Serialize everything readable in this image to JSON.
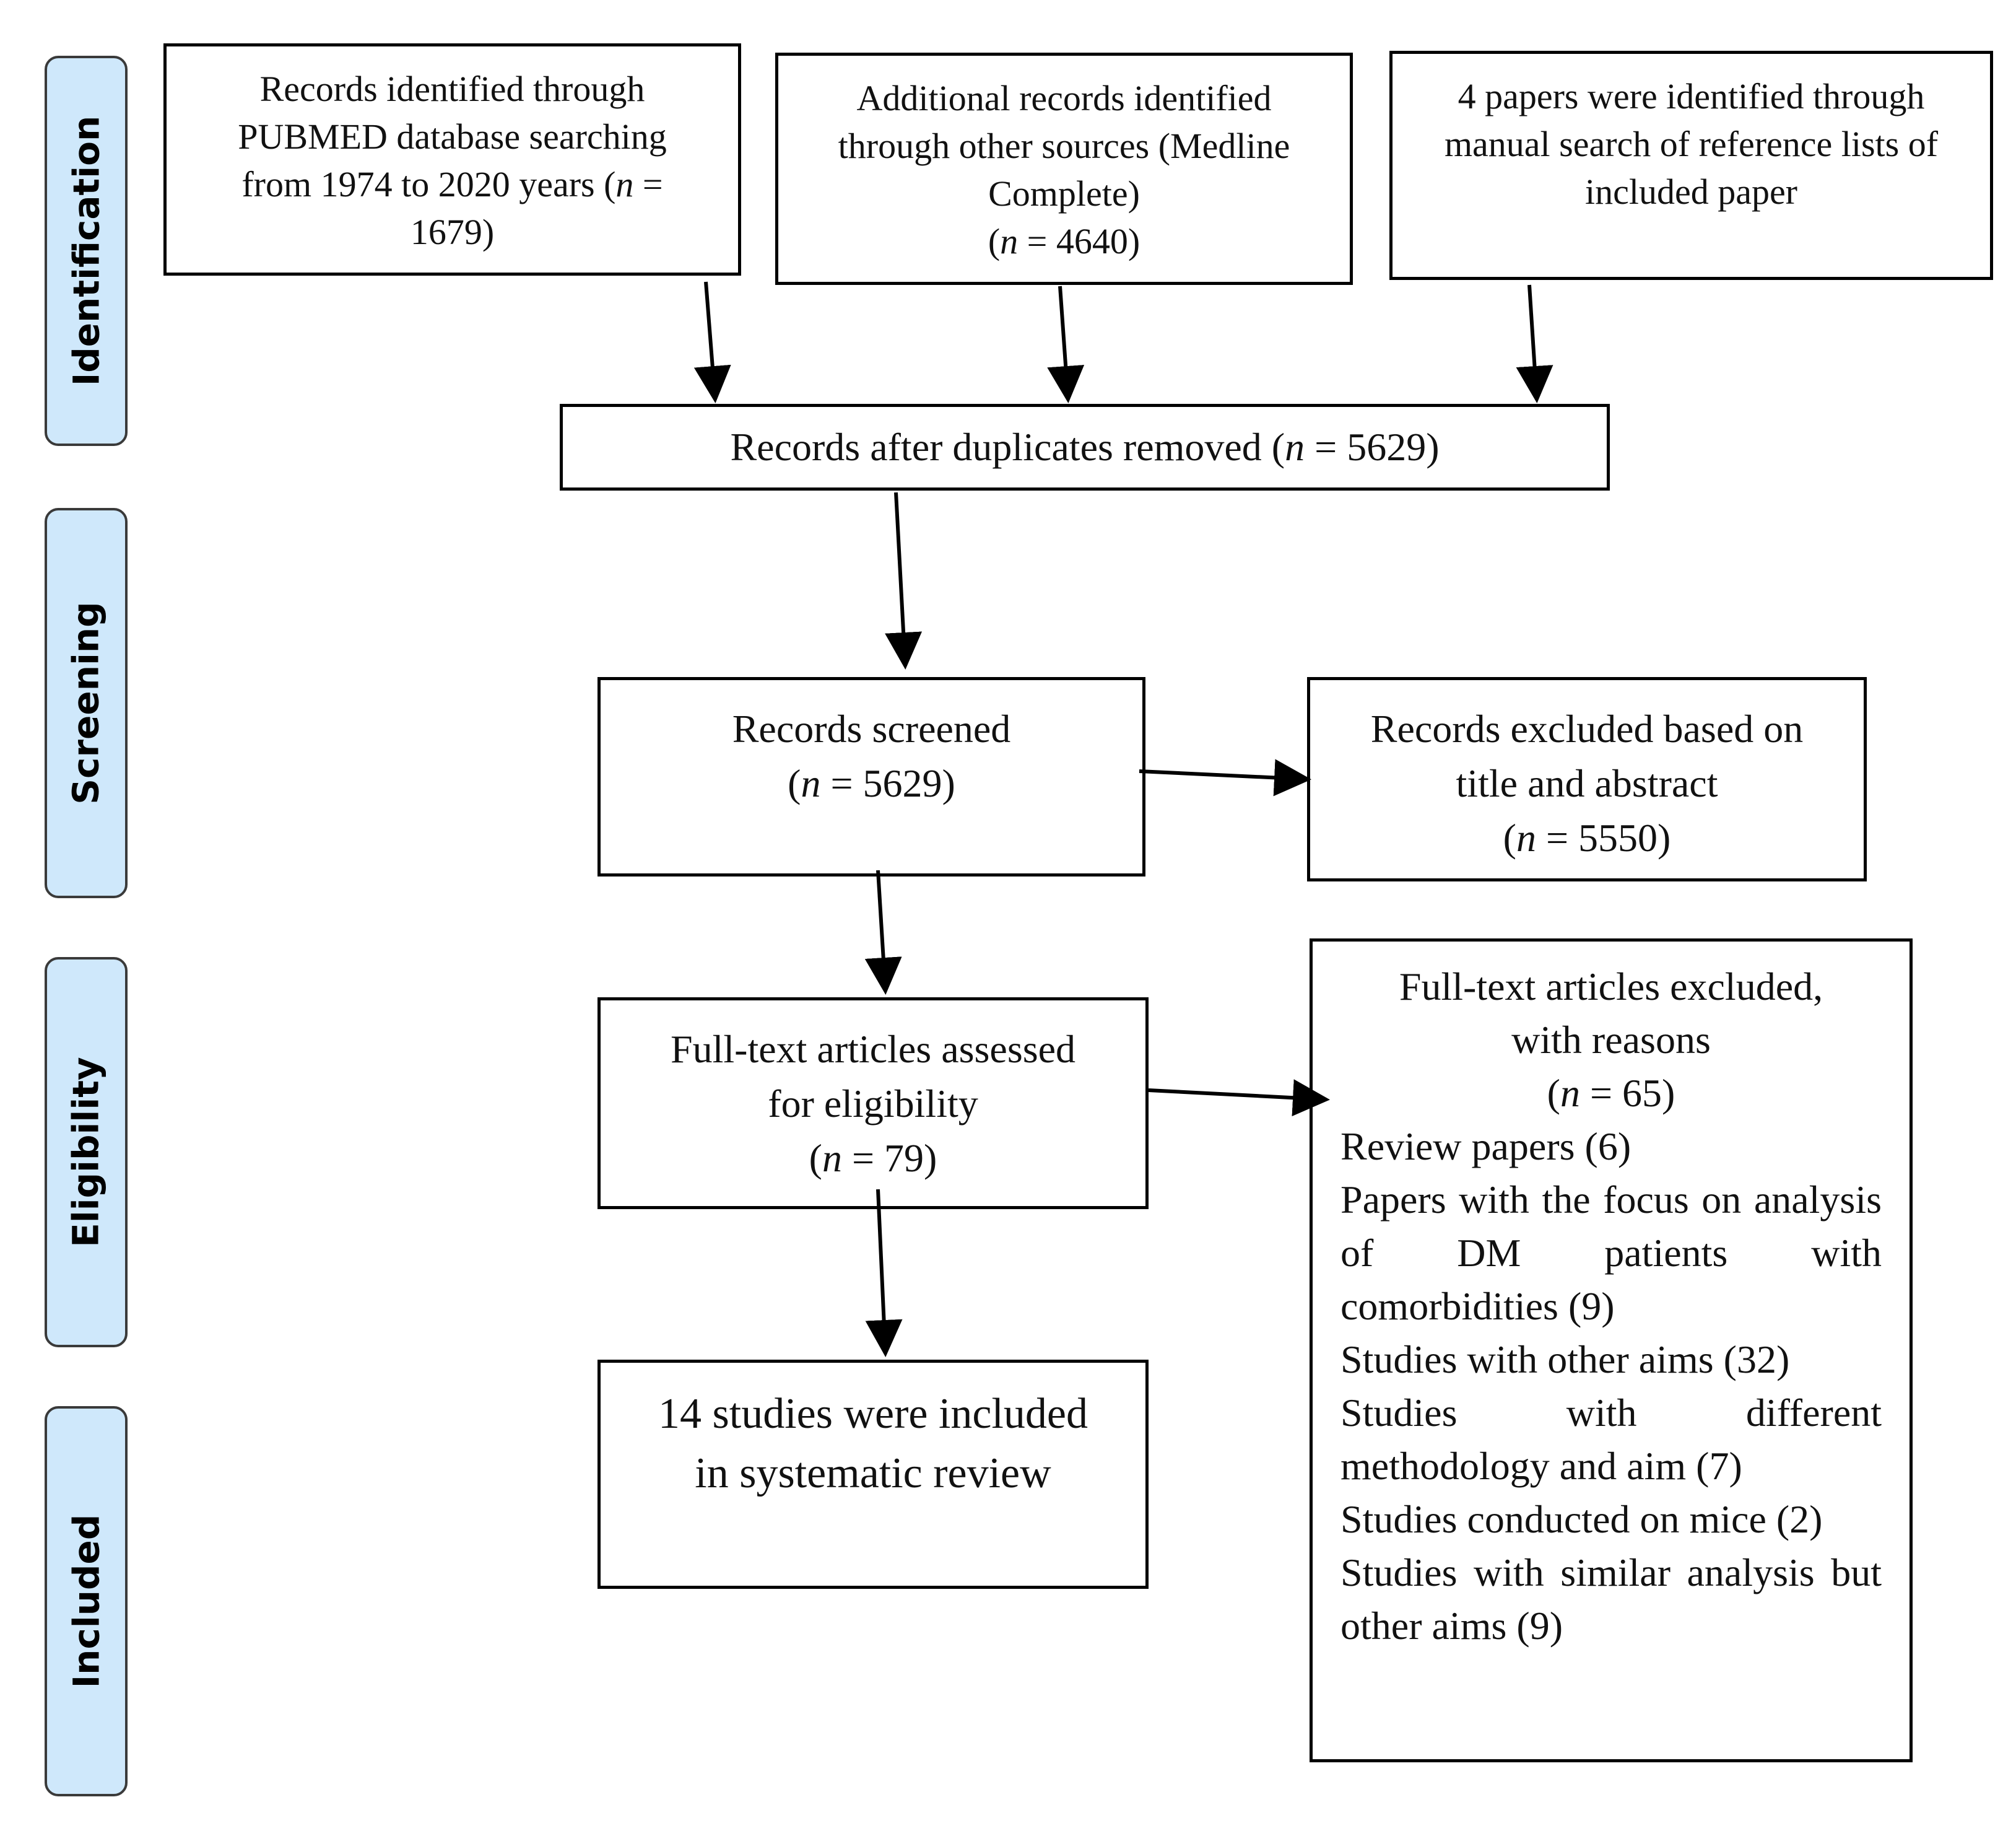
{
  "phases": {
    "identification": "Identification",
    "screening": "Screening",
    "eligibility": "Eligibility",
    "included": "Included"
  },
  "identification": {
    "pubmed": {
      "line1": "Records identified through",
      "line2": "PUBMED database searching",
      "line3_pre": "from 1974 to 2020 years (",
      "n_symbol": "n",
      "line3_post": " =",
      "line4": "1679)"
    },
    "other_sources": {
      "line1": "Additional records identified",
      "line2": "through other sources (Medline",
      "line3": "Complete)",
      "open": "(",
      "n_symbol": "n",
      "n_value": " = 4640)"
    },
    "manual": {
      "line1": "4 papers were identified through",
      "line2": "manual search of reference lists of",
      "line3": "included paper"
    }
  },
  "duplicates": {
    "text": "Records after duplicates removed (",
    "n_symbol": "n",
    "n_value": " = 5629)"
  },
  "screened": {
    "line1": "Records screened",
    "open": "(",
    "n_symbol": "n",
    "n_value": " = 5629)"
  },
  "excluded_title": {
    "line1": "Records excluded based on",
    "line2": "title and abstract",
    "open": "(",
    "n_symbol": "n",
    "n_value": " = 5550)"
  },
  "fulltext": {
    "line1": "Full-text articles assessed",
    "line2": "for eligibility",
    "open": "(",
    "n_symbol": "n",
    "n_value": " = 79)"
  },
  "fulltext_excluded": {
    "line1": "Full-text articles excluded,",
    "line2": "with reasons",
    "open": "(",
    "n_symbol": "n",
    "n_value": " = 65)",
    "reasons": [
      "Review papers (6)",
      "Papers with the focus on analysis of DM patients with comorbidities (9)",
      "Studies with other aims (32)",
      "Studies with different methodology and aim (7)",
      "Studies conducted on mice (2)",
      "Studies with similar analysis but other aims (9)"
    ]
  },
  "included": {
    "line1": "14 studies were included",
    "line2": "in systematic review"
  }
}
